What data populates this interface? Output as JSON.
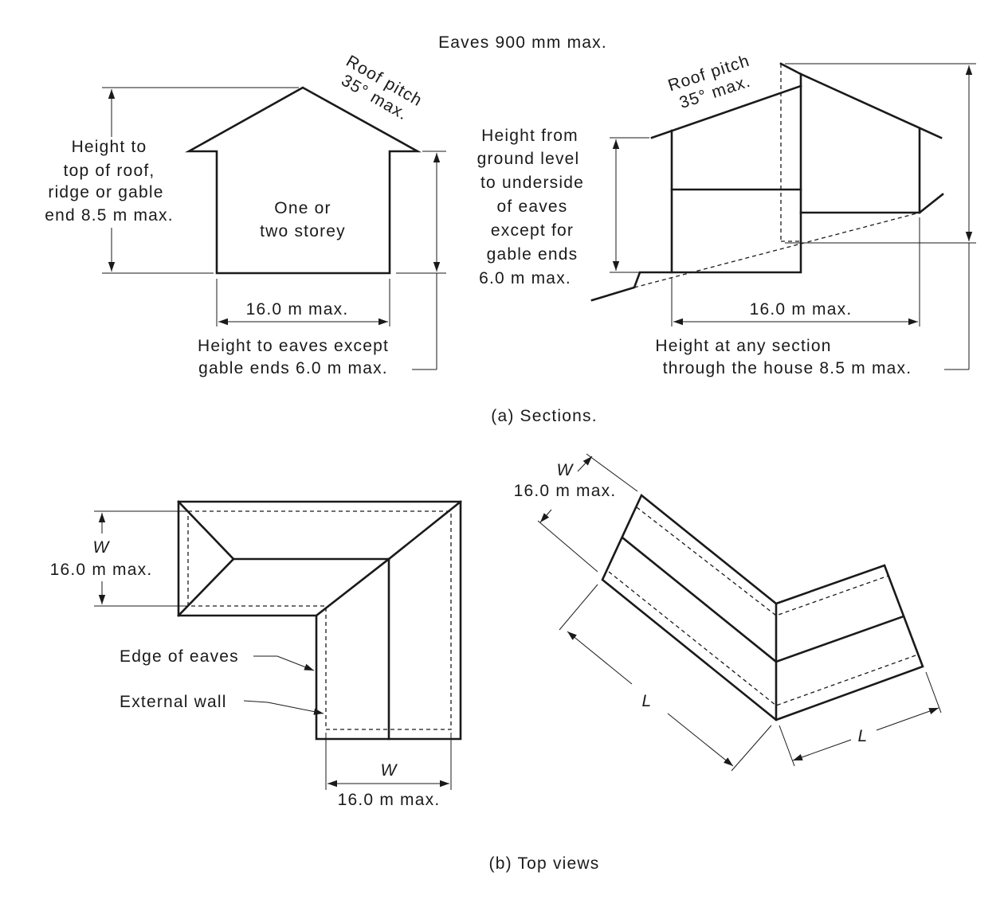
{
  "sections": {
    "eaves_note": "Eaves 900 mm max.",
    "left": {
      "roof_pitch": [
        "Roof pitch",
        "35° max."
      ],
      "height_top": [
        "Height to",
        "top of roof,",
        "ridge or gable",
        "end 8.5 m max."
      ],
      "storey": [
        "One or",
        "two storey"
      ],
      "width": "16.0 m max.",
      "eaves_height": [
        "Height to eaves except",
        "gable ends 6.0 m max."
      ]
    },
    "right": {
      "roof_pitch": [
        "Roof pitch",
        "35° max."
      ],
      "height_underside": [
        "Height from",
        "ground level",
        "to underside",
        "of eaves",
        "except for",
        "gable ends",
        "6.0 m max."
      ],
      "width": "16.0 m max.",
      "section_height": [
        "Height at any section",
        "through the house 8.5 m max."
      ]
    },
    "caption": "(a) Sections."
  },
  "top_views": {
    "left": {
      "w_label": "W",
      "w_value": "16.0 m max.",
      "edge_of_eaves": "Edge of eaves",
      "external_wall": "External wall",
      "bottom_w_label": "W",
      "bottom_w_value": "16.0 m max."
    },
    "right": {
      "w_label": "W",
      "w_value": "16.0 m max.",
      "l_left": "L",
      "l_right": "L"
    },
    "caption": "(b) Top views"
  }
}
